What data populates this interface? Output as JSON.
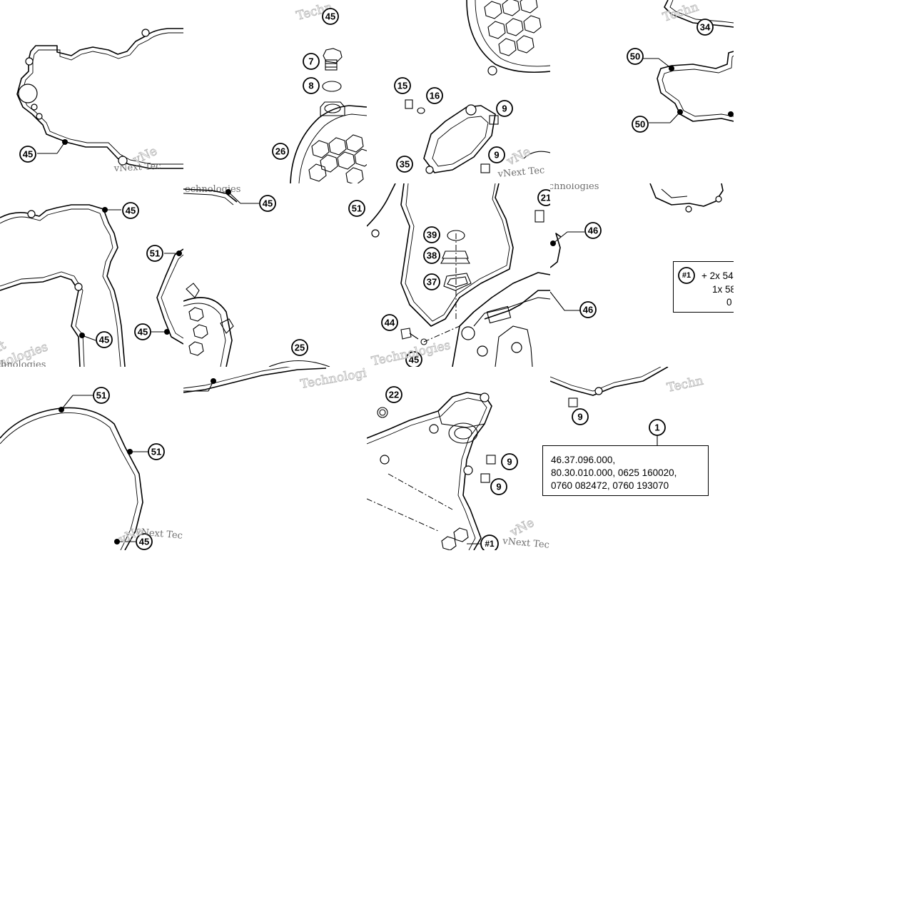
{
  "callouts": {
    "c45": "45",
    "c7": "7",
    "c8": "8",
    "c26": "26",
    "c15": "15",
    "c16": "16",
    "c9": "9",
    "c35": "35",
    "c34": "34",
    "c50": "50",
    "c51": "51",
    "c21": "21",
    "c39": "39",
    "c38": "38",
    "c37": "37",
    "c46": "46",
    "c44": "44",
    "c25": "25",
    "c22": "22",
    "c1": "1",
    "c_set": "#1"
  },
  "watermarks": {
    "brand_a": "Techn",
    "brand_b": "vNext Tec",
    "brand_c": "Technologies",
    "brand_d": "echnologies",
    "brand_e": "xt",
    "brand_f": "vNe"
  },
  "set_note": {
    "badge": "#1",
    "line1": "+ 2x 54",
    "line2": "1x 58",
    "line3": "0"
  },
  "part_numbers": {
    "line1": "46.37.096.000,",
    "line2": "80.30.010.000, 0625 160020,",
    "line3": "0760 082472, 0760 193070"
  }
}
